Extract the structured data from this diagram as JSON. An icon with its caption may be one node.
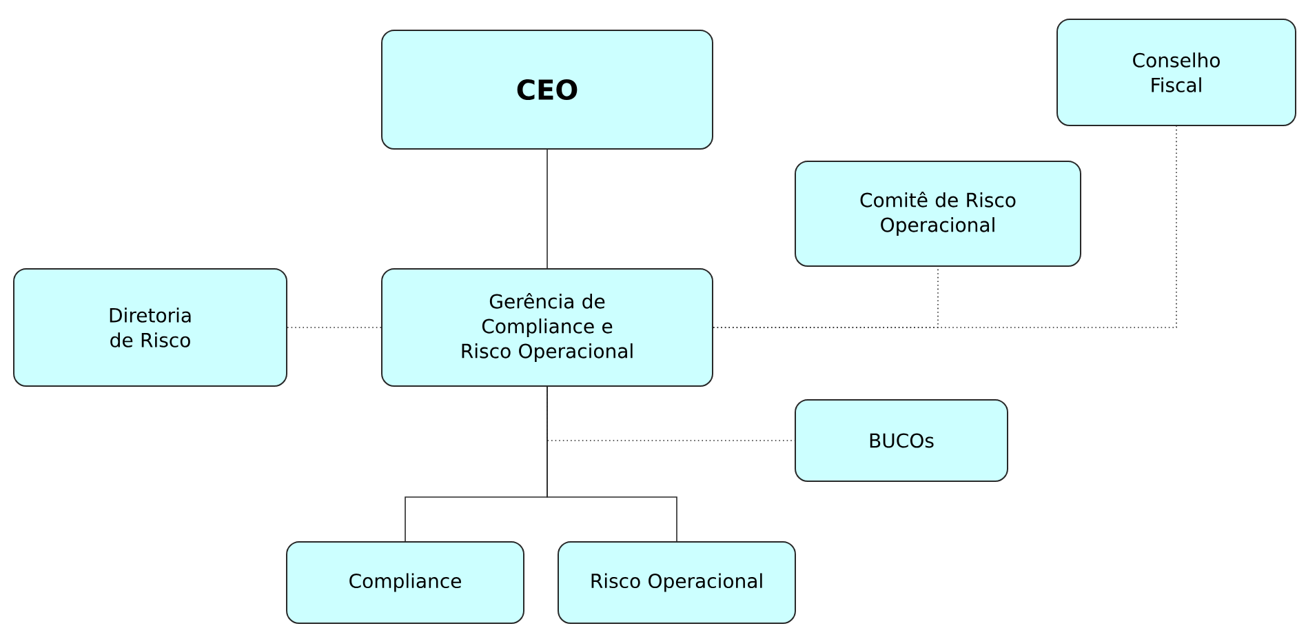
{
  "diagram": {
    "nodes": [
      {
        "text": [
          "CEO"
        ]
      },
      {
        "text": [
          "Conselho Fiscal"
        ]
      },
      {
        "text": [
          "Comitê de Risco Operacional"
        ]
      },
      {
        "text": [
          "Diretoria de Risco"
        ]
      },
      {
        "text": [
          "Gerência de Compliance e Risco Operacional"
        ]
      },
      {
        "text": [
          "BUCOs"
        ]
      },
      {
        "text": [
          "Compliance"
        ]
      },
      {
        "text": [
          "Risco Operacional"
        ]
      }
    ],
    "edges": [
      {
        "from": 0,
        "to": 4,
        "arrow": "none"
      },
      {
        "from": 3,
        "to": 4,
        "arrow": "none",
        "style": "dashed"
      },
      {
        "from": 4,
        "to": 2,
        "arrow": "none",
        "style": "dashed"
      },
      {
        "from": 4,
        "to": 1,
        "arrow": "none",
        "style": "dashed"
      },
      {
        "from": 4,
        "to": 5,
        "arrow": "none",
        "style": "dashed"
      },
      {
        "from": 4,
        "to": 6,
        "arrow": "none"
      },
      {
        "from": 4,
        "to": 7,
        "arrow": "none"
      }
    ]
  }
}
